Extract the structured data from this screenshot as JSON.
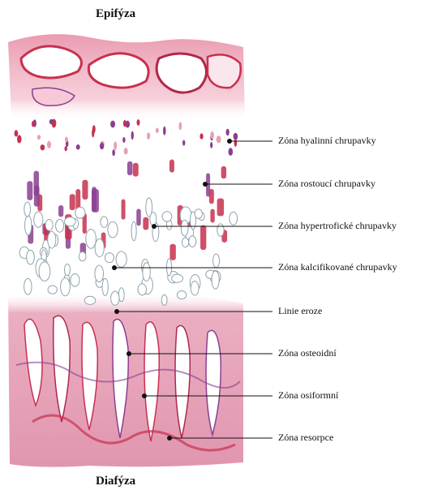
{
  "headings": {
    "top": "Epifýza",
    "bottom": "Diafýza"
  },
  "zones": [
    {
      "id": "hyalinni",
      "label": "Zóna hyalinní chrupavky"
    },
    {
      "id": "rostouci",
      "label": "Zóna rostoucí chrupavky"
    },
    {
      "id": "hypertroficke",
      "label": "Zóna hypertrofické chrupavky"
    },
    {
      "id": "kalcifikovane",
      "label": "Zóna kalcifikované chrupavky"
    },
    {
      "id": "eroze",
      "label": "Linie eroze"
    },
    {
      "id": "osteoidni",
      "label": "Zóna osteoidní"
    },
    {
      "id": "osiformni",
      "label": "Zóna osiformní"
    },
    {
      "id": "resorpce",
      "label": "Zóna resorpce"
    }
  ],
  "colors": {
    "stain_pink": "#e8a0b4",
    "stain_red": "#c8304e",
    "stain_purple": "#8a3f8f",
    "leader_line": "#111111",
    "cell_outline": "#8fa3ad"
  }
}
